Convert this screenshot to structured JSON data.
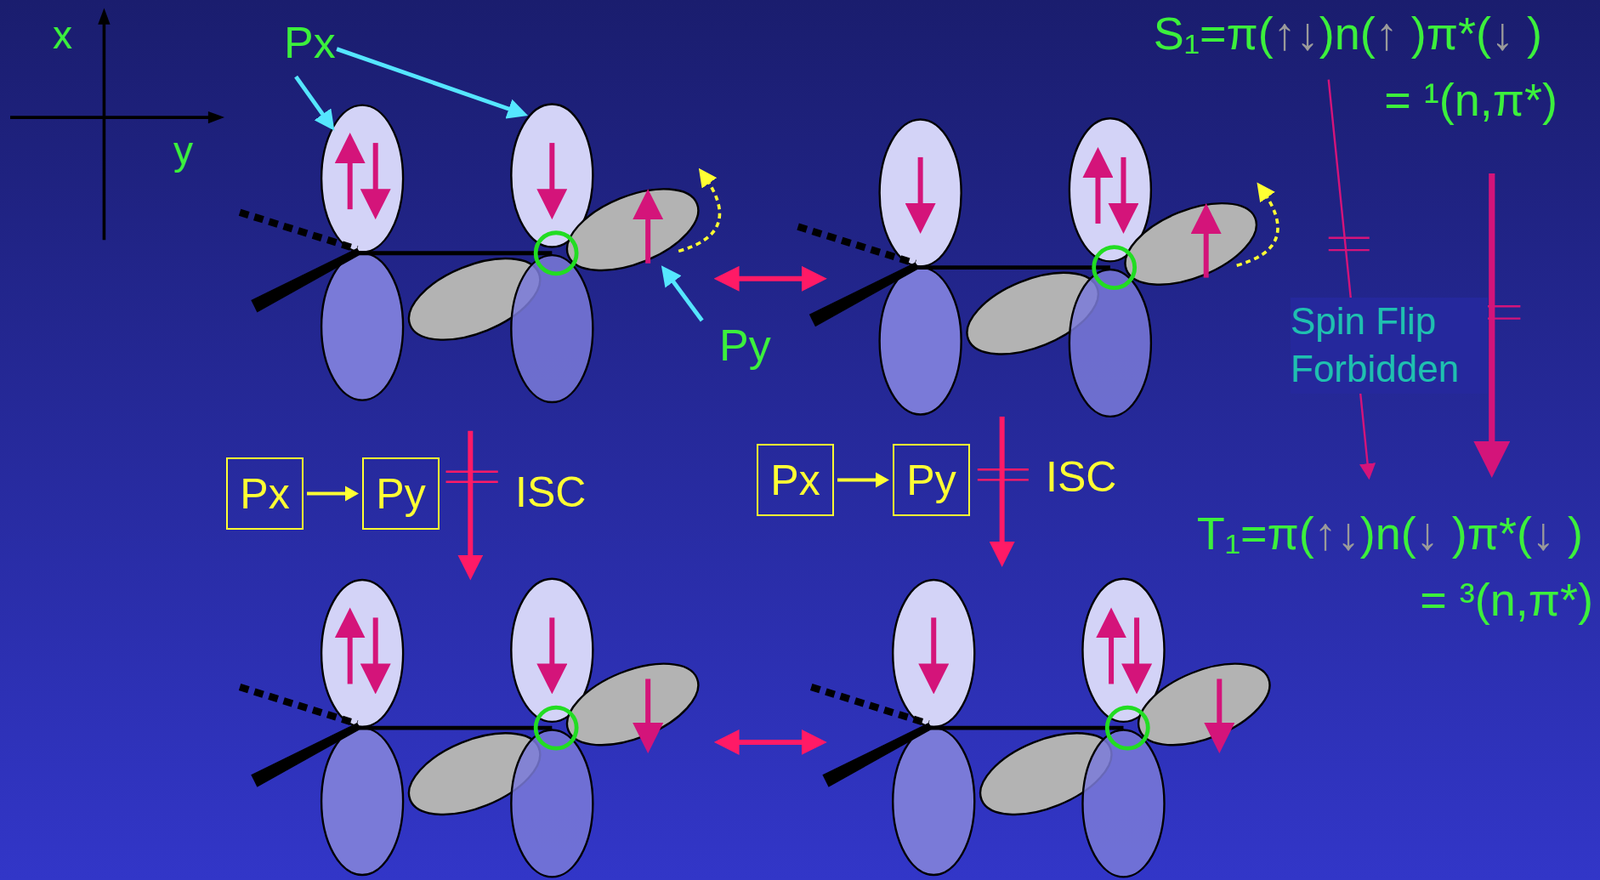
{
  "diagram": {
    "nodes": [
      {
        "text": [
          "Px"
        ]
      },
      {
        "text": [
          "Py"
        ]
      },
      {
        "text": [
          "Px"
        ]
      },
      {
        "text": [
          "Py"
        ]
      }
    ],
    "edges": [
      {
        "from": 0,
        "to": 1,
        "arrow": "to"
      },
      {
        "from": 2,
        "to": 3,
        "arrow": "to"
      }
    ],
    "labels": [
      "x",
      "y",
      "Px",
      "Py",
      "S₁=π(↑↓)n(↑ )π*(↓ )",
      "= ¹(n,π*)",
      "Spin Flip Forbidden",
      "ISC",
      "ISC",
      "T₁=π(↑↓)n(↓ )π*(↓ )",
      "= ³(n,π*)"
    ]
  }
}
